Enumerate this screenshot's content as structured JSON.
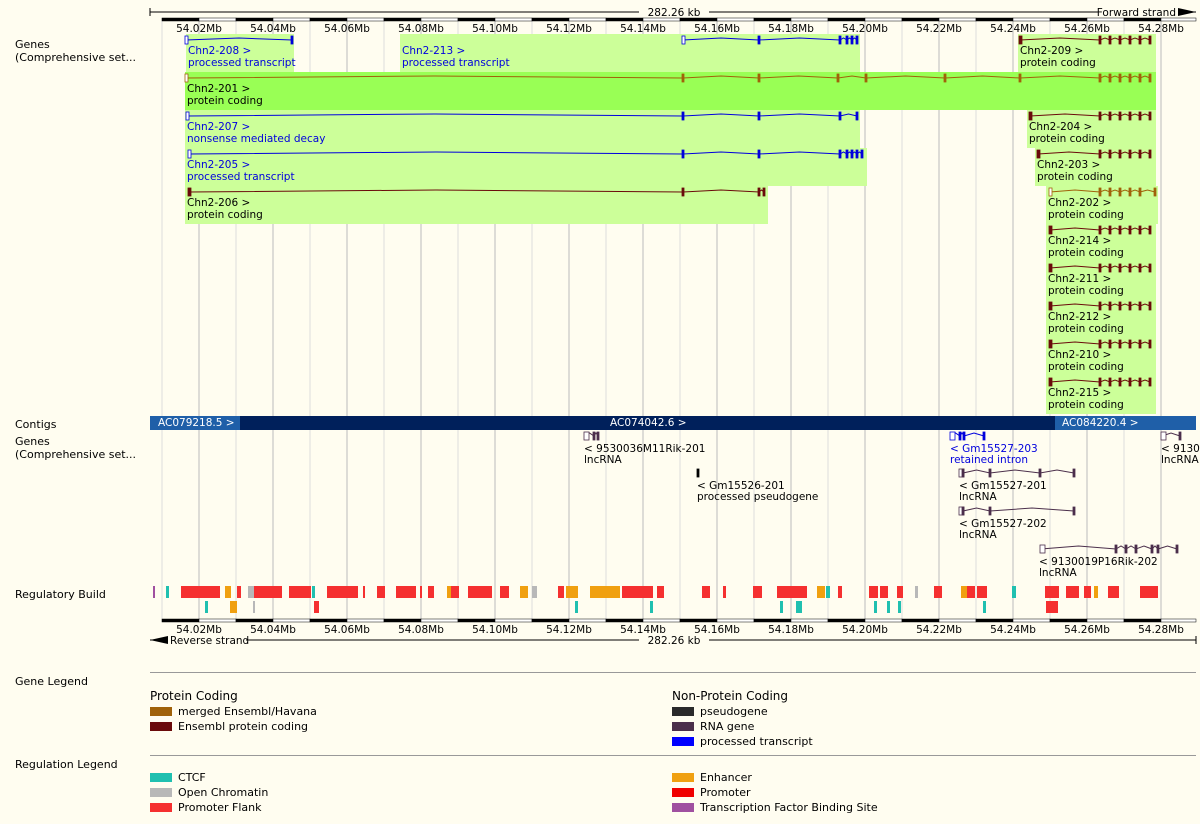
{
  "track_labels": {
    "genes": "Genes\n(Comprehensive set...",
    "contigs": "Contigs",
    "genes2": "Genes\n(Comprehensive set...",
    "regulatory_build": "Regulatory Build",
    "gene_legend": "Gene Legend",
    "regulation_legend": "Regulation Legend"
  },
  "ruler": {
    "span_label": "282.26 kb",
    "forward_strand": "Forward strand",
    "reverse_strand": "Reverse strand",
    "tick_labels": [
      "54.02Mb",
      "54.04Mb",
      "54.06Mb",
      "54.08Mb",
      "54.10Mb",
      "54.12Mb",
      "54.14Mb",
      "54.16Mb",
      "54.18Mb",
      "54.20Mb",
      "54.22Mb",
      "54.24Mb",
      "54.26Mb",
      "54.28Mb"
    ]
  },
  "forward_transcripts": [
    {
      "id": "Chn2-208 >",
      "biotype": "processed transcript",
      "type": "proc"
    },
    {
      "id": "Chn2-213 >",
      "biotype": "processed transcript",
      "type": "proc"
    },
    {
      "id": "Chn2-209 >",
      "biotype": "protein coding",
      "type": "pc"
    },
    {
      "id": "Chn2-201 >",
      "biotype": "protein coding",
      "type": "merged"
    },
    {
      "id": "Chn2-207 >",
      "biotype": "nonsense mediated decay",
      "type": "proc"
    },
    {
      "id": "Chn2-204 >",
      "biotype": "protein coding",
      "type": "pc"
    },
    {
      "id": "Chn2-205 >",
      "biotype": "processed transcript",
      "type": "proc"
    },
    {
      "id": "Chn2-203 >",
      "biotype": "protein coding",
      "type": "pc"
    },
    {
      "id": "Chn2-206 >",
      "biotype": "protein coding",
      "type": "pc"
    },
    {
      "id": "Chn2-202 >",
      "biotype": "protein coding",
      "type": "merged"
    },
    {
      "id": "Chn2-214 >",
      "biotype": "protein coding",
      "type": "pc"
    },
    {
      "id": "Chn2-211 >",
      "biotype": "protein coding",
      "type": "pc"
    },
    {
      "id": "Chn2-212 >",
      "biotype": "protein coding",
      "type": "pc"
    },
    {
      "id": "Chn2-210 >",
      "biotype": "protein coding",
      "type": "pc"
    },
    {
      "id": "Chn2-215 >",
      "biotype": "protein coding",
      "type": "pc"
    }
  ],
  "contigs": [
    "AC079218.5 >",
    "AC074042.6 >",
    "AC084220.4 >"
  ],
  "reverse_transcripts": [
    {
      "id": "< 9530036M11Rik-201",
      "biotype": "lncRNA",
      "type": "rna"
    },
    {
      "id": "< Gm15526-201",
      "biotype": "processed pseudogene",
      "type": "pseudo"
    },
    {
      "id": "< Gm15527-203",
      "biotype": "retained intron",
      "type": "proc"
    },
    {
      "id": "< Gm15527-201",
      "biotype": "lncRNA",
      "type": "rna"
    },
    {
      "id": "< Gm15527-202",
      "biotype": "lncRNA",
      "type": "rna"
    },
    {
      "id": "< 9130019P16Rik-202",
      "biotype": "lncRNA",
      "type": "rna"
    },
    {
      "id": "< 9130",
      "biotype": "lncRNA",
      "type": "rna"
    }
  ],
  "gene_legend": {
    "protein_coding_title": "Protein Coding",
    "non_protein_coding_title": "Non-Protein Coding",
    "items_left": [
      {
        "label": "merged Ensembl/Havana",
        "color": "#a0620a"
      },
      {
        "label": "Ensembl protein coding",
        "color": "#6a0a0a"
      }
    ],
    "items_right": [
      {
        "label": "pseudogene",
        "color": "#2a2a2a"
      },
      {
        "label": "RNA gene",
        "color": "#4b2f4b"
      },
      {
        "label": "processed transcript",
        "color": "#0000ff"
      }
    ]
  },
  "regulation_legend": {
    "items_left": [
      {
        "label": "CTCF",
        "color": "#20c0b0"
      },
      {
        "label": "Open Chromatin",
        "color": "#b8b8b8"
      },
      {
        "label": "Promoter Flank",
        "color": "#f53030"
      }
    ],
    "items_right": [
      {
        "label": "Enhancer",
        "color": "#f0a010"
      },
      {
        "label": "Promoter",
        "color": "#f00000"
      },
      {
        "label": "Transcription Factor Binding Site",
        "color": "#a050a0"
      }
    ]
  },
  "colors": {
    "background": "#fffdf0",
    "transcript_bg": "#ccff99",
    "highlight_bg": "#99ff55",
    "contig": "#00205b",
    "contig_alt": "#1f5fa8",
    "processed": "#0000dd",
    "protein_coding": "#6a0a0a",
    "merged": "#a0620a"
  }
}
